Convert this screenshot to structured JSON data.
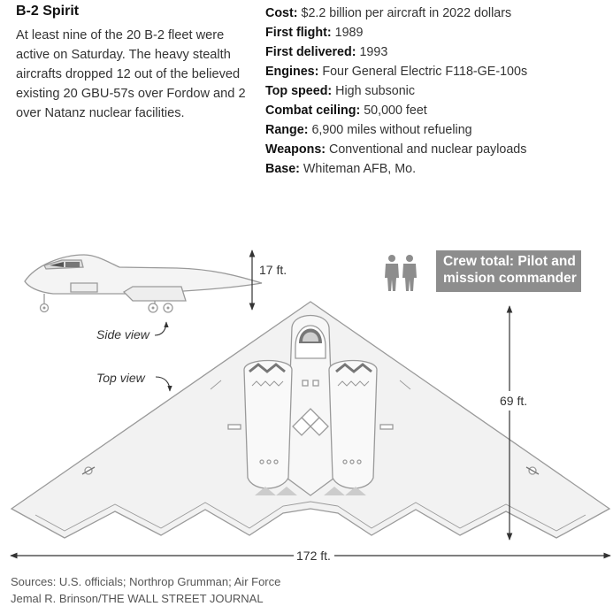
{
  "header": {
    "title": "B-2 Spirit",
    "description": "At least nine of the 20 B-2 fleet were active on Saturday. The heavy stealth aircrafts dropped 12 out of the believed existing 20 GBU-57s over Fordow and 2 over Natanz nuclear facilities."
  },
  "specs": [
    {
      "label": "Cost:",
      "value": " $2.2 billion per aircraft in 2022 dollars"
    },
    {
      "label": "First flight:",
      "value": " 1989"
    },
    {
      "label": "First delivered:",
      "value": " 1993"
    },
    {
      "label": "Engines:",
      "value": " Four General Electric F118-GE-100s"
    },
    {
      "label": "Top speed:",
      "value": " High subsonic"
    },
    {
      "label": "Combat ceiling:",
      "value": " 50,000 feet"
    },
    {
      "label": "Range:",
      "value": " 6,900 miles without refueling"
    },
    {
      "label": "Weapons:",
      "value": " Conventional and nuclear payloads"
    },
    {
      "label": "Base:",
      "value": " Whiteman AFB, Mo."
    }
  ],
  "diagram": {
    "height_label": "17 ft.",
    "length_label": "69 ft.",
    "wingspan_label": "172 ft.",
    "side_view_label": "Side view",
    "top_view_label": "Top view",
    "crew_label": "Crew total: Pilot and mission commander"
  },
  "footer": {
    "sources": "Sources: U.S. officials; Northrop Grumman; Air Force",
    "credit": "Jemal R. Brinson/THE WALL STREET JOURNAL"
  },
  "colors": {
    "outline": "#9a9a9a",
    "fill_light": "#f2f2f2",
    "crew_box": "#8d8d8d",
    "arrow": "#333333"
  }
}
